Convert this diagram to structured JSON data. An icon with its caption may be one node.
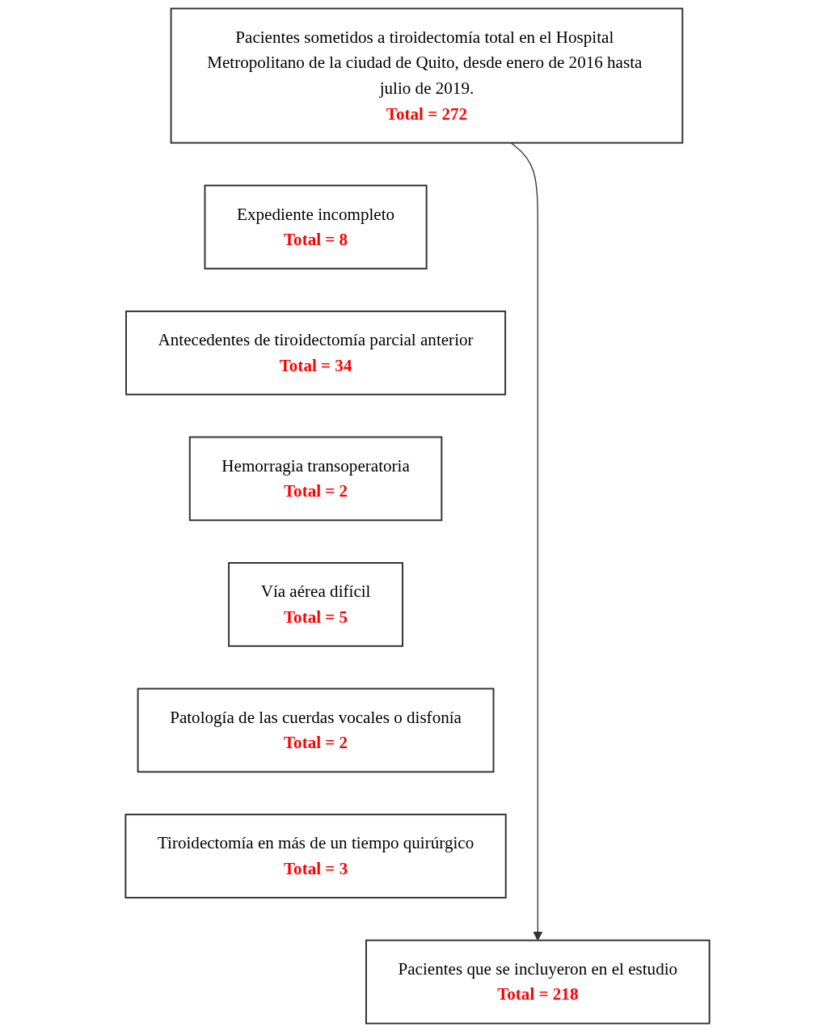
{
  "diagram": {
    "nodes": [
      {
        "text": [
          "Pacientes sometidos a tiroidectomía total en el Hospital Metropolitano de la ciudad de Quito, desde enero de 2016 hasta julio de 2019.",
          "Total = 272"
        ]
      },
      {
        "text": [
          "Expediente incompleto",
          "Total = 8"
        ]
      },
      {
        "text": [
          "Antecedentes de tiroidectomía parcial anterior",
          "Total = 34"
        ]
      },
      {
        "text": [
          "Hemorragia transoperatoria",
          "Total = 2"
        ]
      },
      {
        "text": [
          "Vía aérea difícil",
          "Total = 5"
        ]
      },
      {
        "text": [
          "Patología de las cuerdas vocales o disfonía",
          "Total = 2"
        ]
      },
      {
        "text": [
          "Tiroidectomía en más de un tiempo quirúrgico",
          "Total = 3"
        ]
      },
      {
        "text": [
          "Pacientes que se incluyeron en el estudio",
          "Total = 218"
        ]
      }
    ],
    "edges": [
      {
        "from": 0,
        "to": 7,
        "arrow": "to"
      }
    ]
  }
}
